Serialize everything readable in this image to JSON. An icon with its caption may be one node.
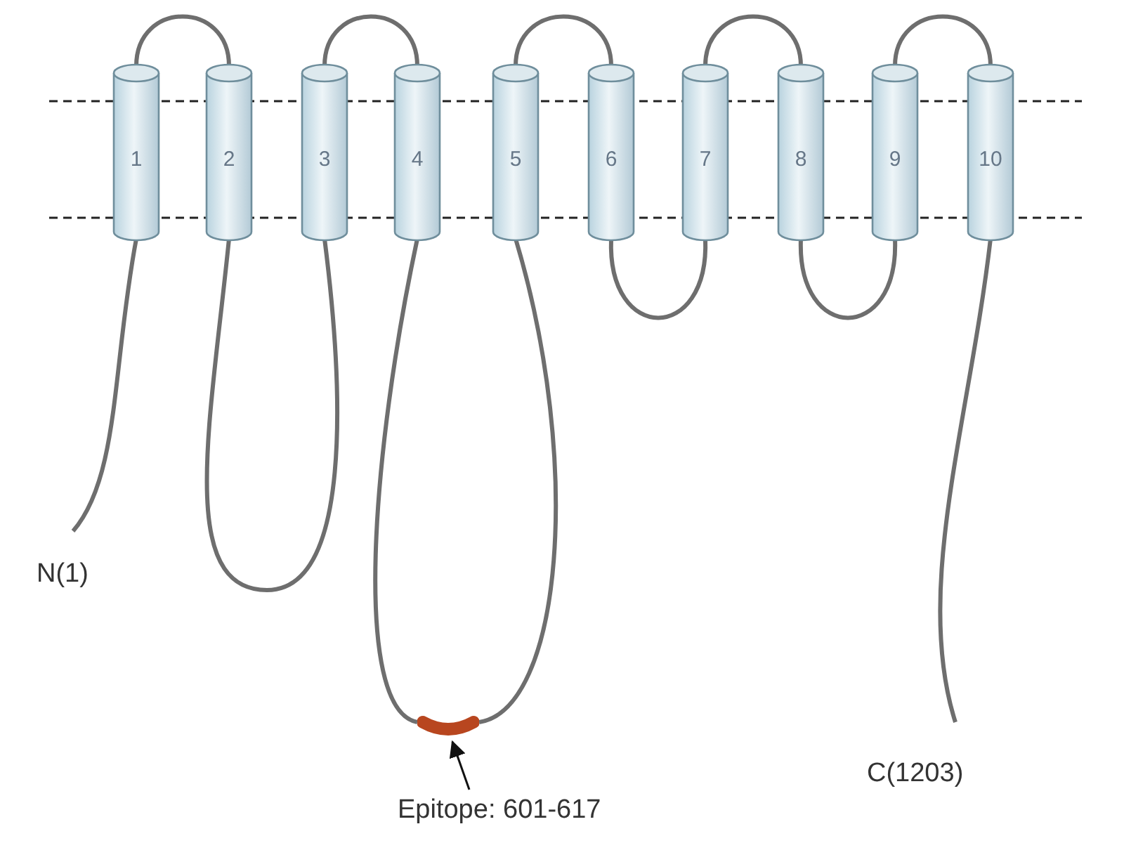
{
  "diagram": {
    "nodes": [
      {
        "text": [
          "N(1)"
        ]
      },
      {
        "text": [
          "1"
        ]
      },
      {
        "text": [
          "2"
        ]
      },
      {
        "text": [
          "3"
        ]
      },
      {
        "text": [
          "4"
        ]
      },
      {
        "text": [
          "5"
        ]
      },
      {
        "text": [
          "6"
        ]
      },
      {
        "text": [
          "7"
        ]
      },
      {
        "text": [
          "8"
        ]
      },
      {
        "text": [
          "9"
        ]
      },
      {
        "text": [
          "10"
        ]
      },
      {
        "text": [
          "C(1203)"
        ]
      },
      {
        "text": [
          "Epitope: 601-617"
        ]
      },
      {
        "text": [],
        "shape": "bar"
      }
    ],
    "edges": [
      {
        "from": 0,
        "to": 1,
        "arrow": "none"
      },
      {
        "from": 1,
        "to": 2,
        "arrow": "none"
      },
      {
        "from": 2,
        "to": 3,
        "arrow": "none"
      },
      {
        "from": 3,
        "to": 4,
        "arrow": "none"
      },
      {
        "from": 4,
        "to": 13,
        "arrow": "none"
      },
      {
        "from": 13,
        "to": 5,
        "arrow": "none"
      },
      {
        "from": 5,
        "to": 6,
        "arrow": "none"
      },
      {
        "from": 6,
        "to": 7,
        "arrow": "none"
      },
      {
        "from": 7,
        "to": 8,
        "arrow": "none"
      },
      {
        "from": 8,
        "to": 9,
        "arrow": "none"
      },
      {
        "from": 9,
        "to": 10,
        "arrow": "none"
      },
      {
        "from": 10,
        "to": 11,
        "arrow": "none"
      },
      {
        "from": 12,
        "to": 13,
        "arrow": "to",
        "color": "#111111"
      }
    ]
  }
}
